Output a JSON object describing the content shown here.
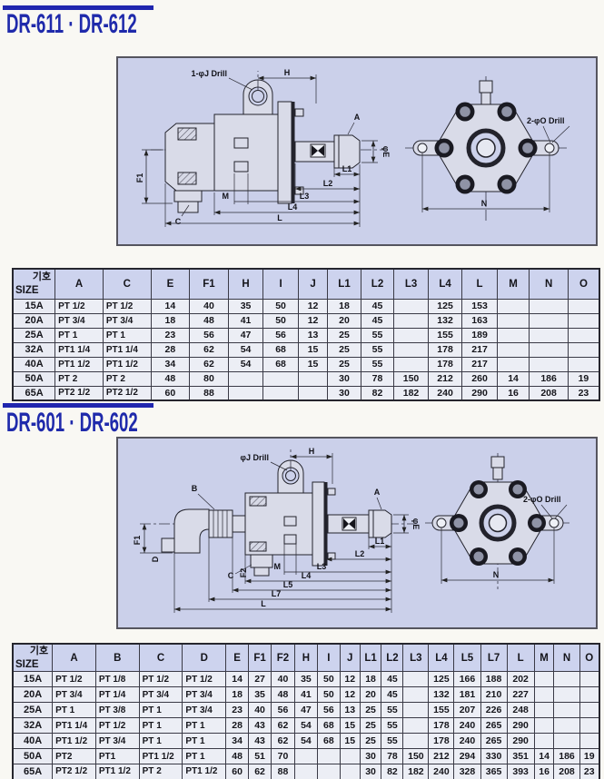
{
  "colors": {
    "title_blue": "#1f2aab",
    "rule_blue": "#2026ae",
    "panel_bg": "#cbd0ea",
    "table_header_bg": "#cdd3ee",
    "table_body_bg": "#eceef5"
  },
  "sections": [
    {
      "title": "DR-611 · DR-612",
      "diagram": {
        "drill_label": "1-φJ Drill",
        "front_drill_label": "2-φO Drill",
        "labels": {
          "h": "H",
          "a": "A",
          "e": "φE",
          "f1": "F1",
          "c": "C",
          "m": "M",
          "l1": "L1",
          "l2": "L2",
          "l3": "L3",
          "l4": "L4",
          "l": "L",
          "n": "N"
        }
      },
      "table": {
        "corner_top": "기호",
        "corner_bottom": "SIZE",
        "columns": [
          "A",
          "C",
          "E",
          "F1",
          "H",
          "I",
          "J",
          "L1",
          "L2",
          "L3",
          "L4",
          "L",
          "M",
          "N",
          "O"
        ],
        "rows": [
          [
            "15A",
            "PT 1/2",
            "PT 1/2",
            "14",
            "40",
            "35",
            "50",
            "12",
            "18",
            "45",
            "",
            "125",
            "153",
            "",
            "",
            ""
          ],
          [
            "20A",
            "PT 3/4",
            "PT 3/4",
            "18",
            "48",
            "41",
            "50",
            "12",
            "20",
            "45",
            "",
            "132",
            "163",
            "",
            "",
            ""
          ],
          [
            "25A",
            "PT 1",
            "PT 1",
            "23",
            "56",
            "47",
            "56",
            "13",
            "25",
            "55",
            "",
            "155",
            "189",
            "",
            "",
            ""
          ],
          [
            "32A",
            "PT1 1/4",
            "PT1 1/4",
            "28",
            "62",
            "54",
            "68",
            "15",
            "25",
            "55",
            "",
            "178",
            "217",
            "",
            "",
            ""
          ],
          [
            "40A",
            "PT1 1/2",
            "PT1 1/2",
            "34",
            "62",
            "54",
            "68",
            "15",
            "25",
            "55",
            "",
            "178",
            "217",
            "",
            "",
            ""
          ],
          [
            "50A",
            "PT 2",
            "PT 2",
            "48",
            "80",
            "",
            "",
            "",
            "30",
            "78",
            "150",
            "212",
            "260",
            "14",
            "186",
            "19"
          ],
          [
            "65A",
            "PT2 1/2",
            "PT2 1/2",
            "60",
            "88",
            "",
            "",
            "",
            "30",
            "82",
            "182",
            "240",
            "290",
            "16",
            "208",
            "23"
          ]
        ]
      }
    },
    {
      "title": "DR-601 · DR-602",
      "diagram": {
        "drill_label": "φJ Drill",
        "front_drill_label": "2-φO Drill",
        "labels": {
          "h": "H",
          "a": "A",
          "b": "B",
          "c": "C",
          "d": "D",
          "e": "φE",
          "f1": "F1",
          "f2": "F2",
          "m": "M",
          "l1": "L1",
          "l2": "L2",
          "l3": "L3",
          "l4": "L4",
          "l5": "L5",
          "l7": "L7",
          "l": "L",
          "n": "N"
        }
      },
      "table": {
        "corner_top": "기호",
        "corner_bottom": "SIZE",
        "columns": [
          "A",
          "B",
          "C",
          "D",
          "E",
          "F1",
          "F2",
          "H",
          "I",
          "J",
          "L1",
          "L2",
          "L3",
          "L4",
          "L5",
          "L7",
          "L",
          "M",
          "N",
          "O"
        ],
        "rows": [
          [
            "15A",
            "PT 1/2",
            "PT 1/8",
            "PT 1/2",
            "PT 1/2",
            "14",
            "27",
            "40",
            "35",
            "50",
            "12",
            "18",
            "45",
            "",
            "125",
            "166",
            "188",
            "202",
            "",
            "",
            ""
          ],
          [
            "20A",
            "PT 3/4",
            "PT 1/4",
            "PT 3/4",
            "PT 3/4",
            "18",
            "35",
            "48",
            "41",
            "50",
            "12",
            "20",
            "45",
            "",
            "132",
            "181",
            "210",
            "227",
            "",
            "",
            ""
          ],
          [
            "25A",
            "PT 1",
            "PT 3/8",
            "PT 1",
            "PT 3/4",
            "23",
            "40",
            "56",
            "47",
            "56",
            "13",
            "25",
            "55",
            "",
            "155",
            "207",
            "226",
            "248",
            "",
            "",
            ""
          ],
          [
            "32A",
            "PT1 1/4",
            "PT 1/2",
            "PT 1",
            "PT 1",
            "28",
            "43",
            "62",
            "54",
            "68",
            "15",
            "25",
            "55",
            "",
            "178",
            "240",
            "265",
            "290",
            "",
            "",
            ""
          ],
          [
            "40A",
            "PT1 1/2",
            "PT 3/4",
            "PT 1",
            "PT 1",
            "34",
            "43",
            "62",
            "54",
            "68",
            "15",
            "25",
            "55",
            "",
            "178",
            "240",
            "265",
            "290",
            "",
            "",
            ""
          ],
          [
            "50A",
            "PT2",
            "PT1",
            "PT1 1/2",
            "PT 1",
            "48",
            "51",
            "70",
            "",
            "",
            "",
            "30",
            "78",
            "150",
            "212",
            "294",
            "330",
            "351",
            "14",
            "186",
            "19"
          ],
          [
            "65A",
            "PT2 1/2",
            "PT1 1/2",
            "PT 2",
            "PT1 1/2",
            "60",
            "62",
            "88",
            "",
            "",
            "",
            "30",
            "82",
            "182",
            "240",
            "328",
            "365",
            "393",
            "16",
            "208",
            "23"
          ]
        ]
      }
    }
  ]
}
